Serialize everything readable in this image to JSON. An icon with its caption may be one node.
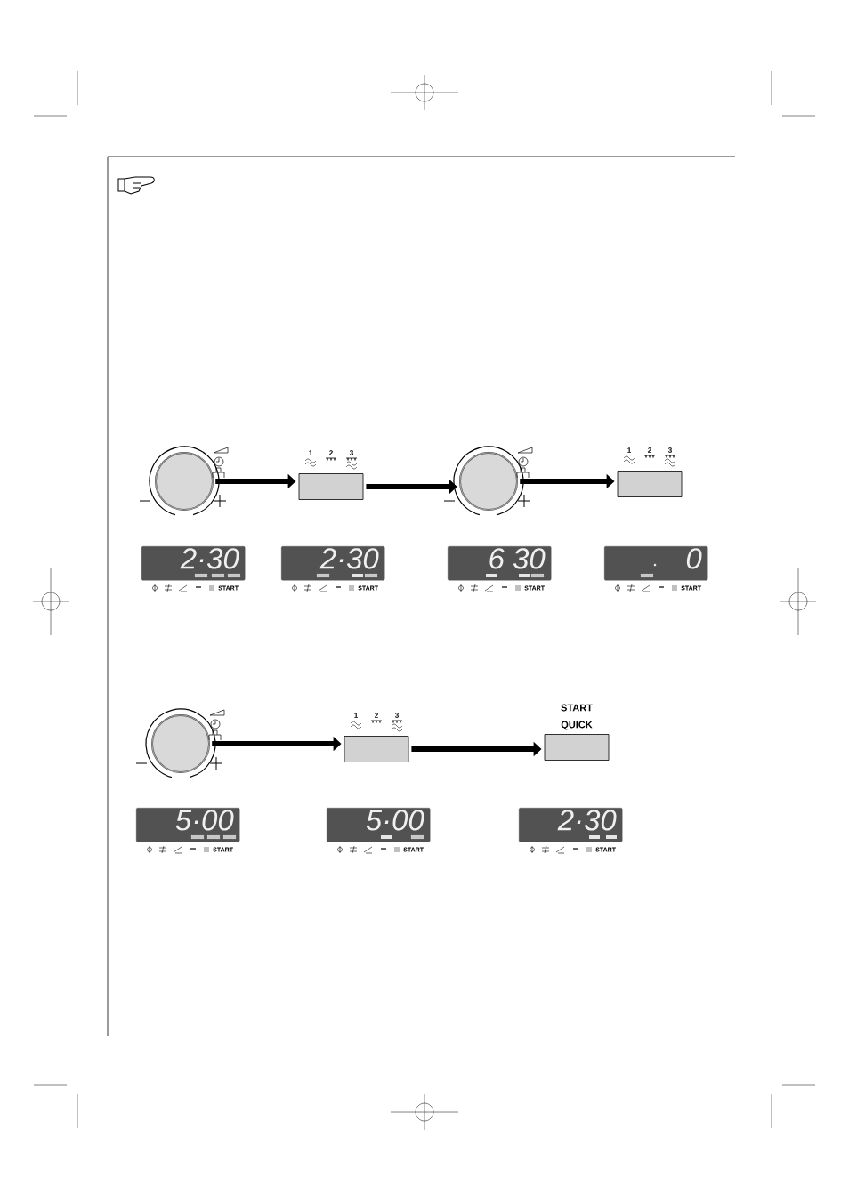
{
  "diagram": {
    "nodes": [
      {
        "text": [],
        "shape": "circle"
      },
      {
        "text": [
          "1",
          "2",
          "3"
        ]
      },
      {
        "text": [],
        "shape": "circle"
      },
      {
        "text": [
          "1",
          "2",
          "3"
        ]
      },
      {
        "text": [
          "2·30"
        ],
        "beside": [
          "START"
        ]
      },
      {
        "text": [
          "2·30"
        ],
        "beside": [
          "START"
        ]
      },
      {
        "text": [
          "6 30"
        ],
        "beside": [
          "START"
        ]
      },
      {
        "text": [
          "0"
        ],
        "beside": [
          "START"
        ]
      },
      {
        "text": [],
        "shape": "circle"
      },
      {
        "text": [
          "1",
          "2",
          "3"
        ]
      },
      {
        "text": [
          "START QUICK"
        ]
      },
      {
        "text": [
          "5·00"
        ],
        "beside": [
          "START"
        ]
      },
      {
        "text": [
          "5·00"
        ],
        "beside": [
          "START"
        ]
      },
      {
        "text": [
          "2·30"
        ],
        "beside": [
          "START"
        ]
      }
    ],
    "edges": [
      {
        "from": 0,
        "to": 1,
        "arrow": "to"
      },
      {
        "from": 1,
        "to": 2,
        "arrow": "to"
      },
      {
        "from": 2,
        "to": 3,
        "arrow": "to"
      },
      {
        "from": 8,
        "to": 9,
        "arrow": "to"
      },
      {
        "from": 9,
        "to": 10,
        "arrow": "to"
      }
    ]
  }
}
